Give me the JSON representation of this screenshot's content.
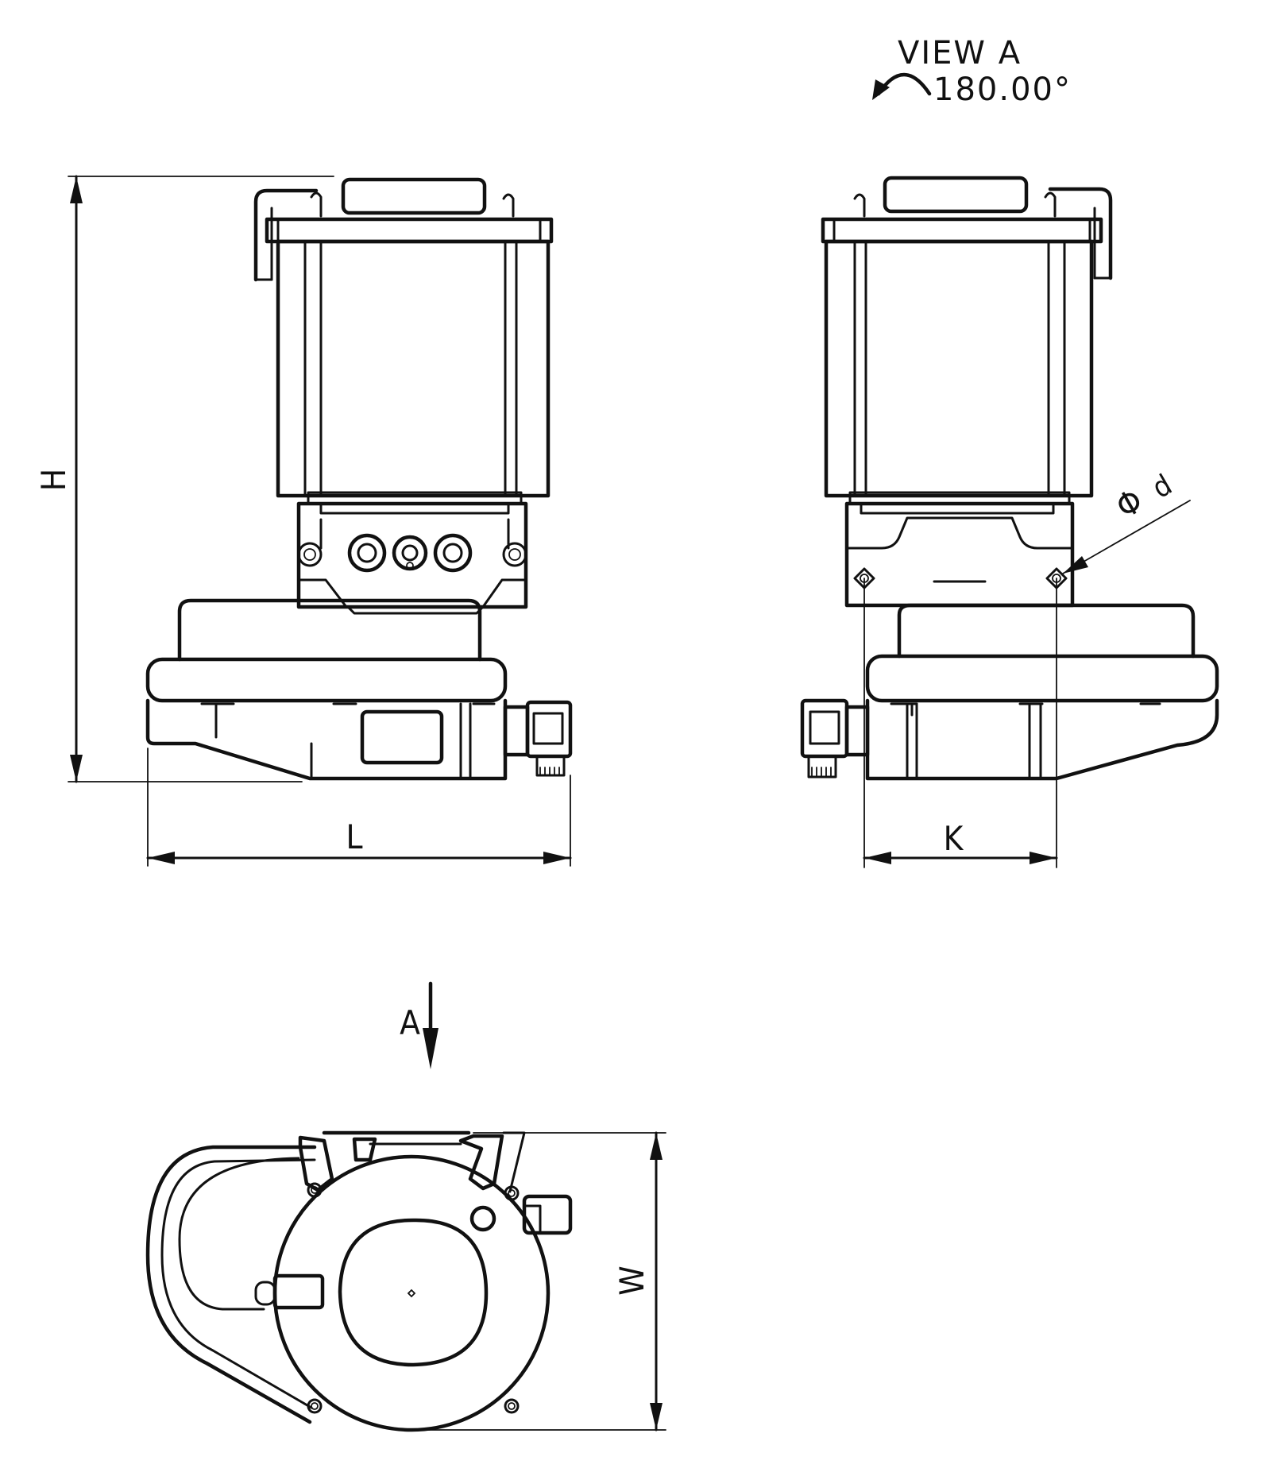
{
  "view_title": "VIEW A",
  "view_rotation": "180.00°",
  "dimensions": {
    "height": "H",
    "length": "L",
    "hole_spacing": "K",
    "hole_diameter_symbol": "Φ",
    "hole_diameter": "d",
    "width": "W"
  },
  "view_arrow_label": "A"
}
